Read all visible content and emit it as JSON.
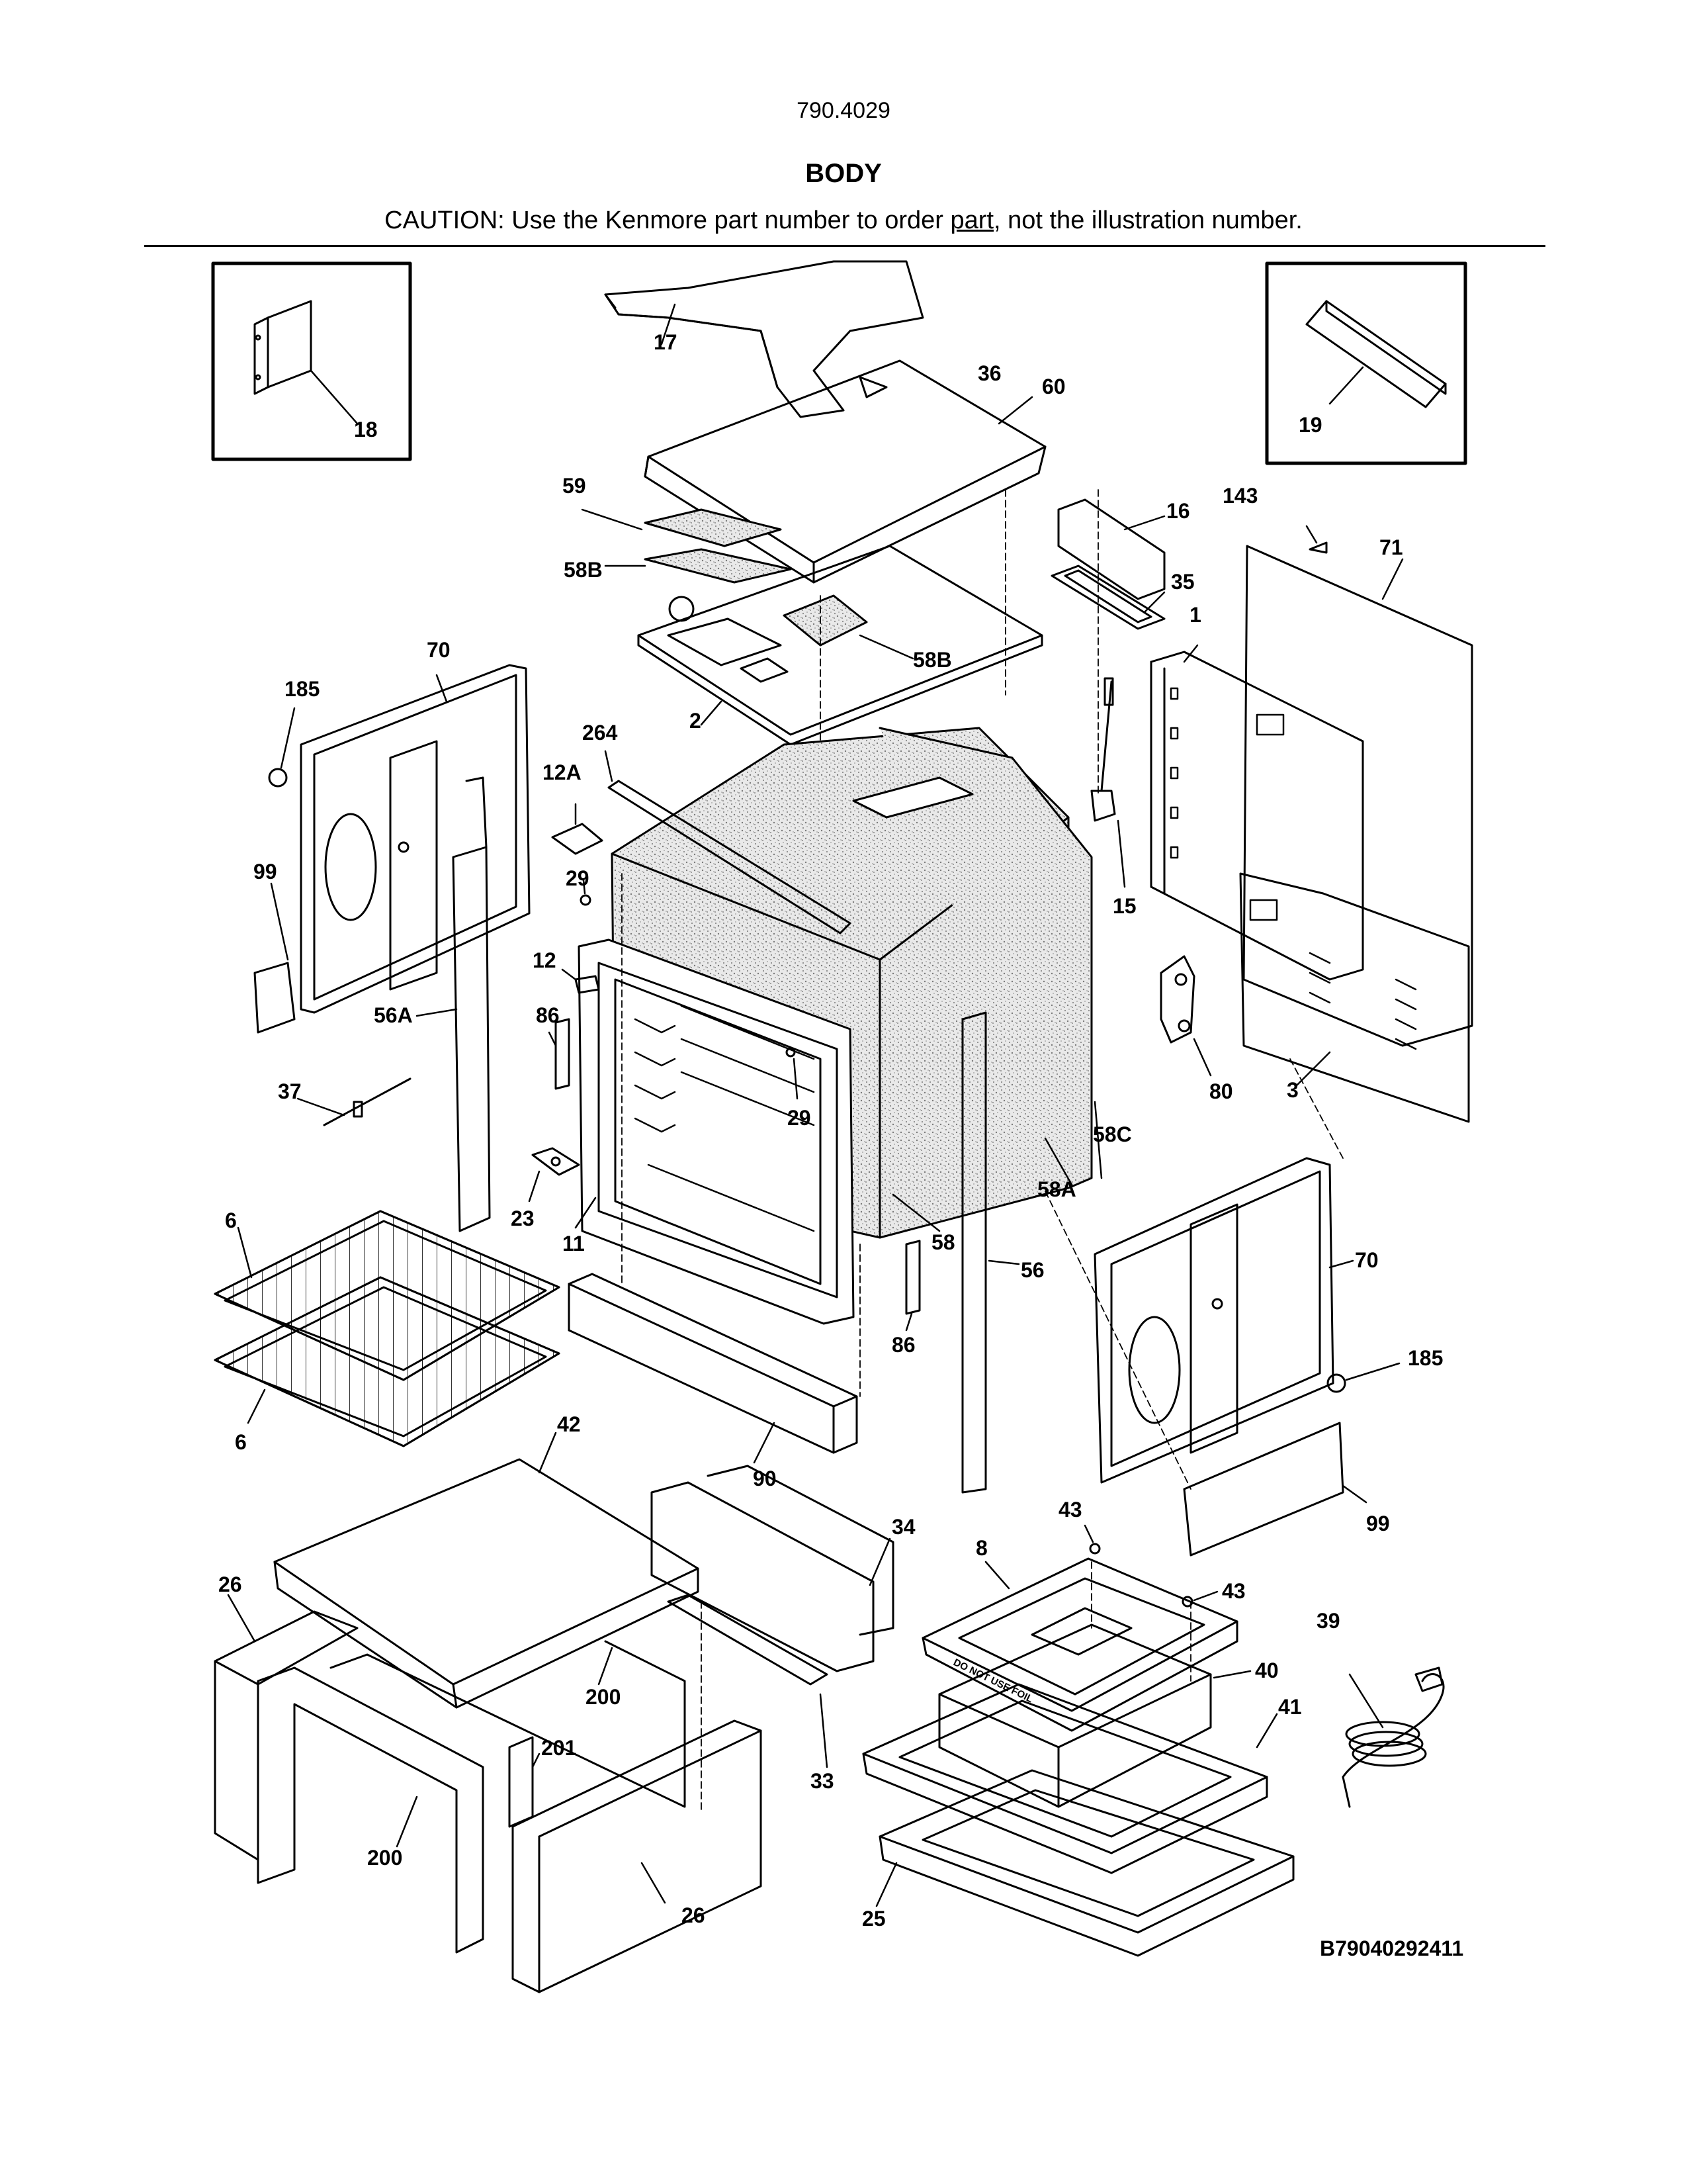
{
  "header": {
    "model_number": "790.4029",
    "section_title": "BODY",
    "caution_prefix": "CAUTION: Use the Kenmore part number to order ",
    "caution_link": "part",
    "caution_suffix": ", not the illustration number."
  },
  "figure_id": "B79040292411",
  "foil_warning": "DO NOT USE FOIL",
  "callouts": {
    "c17": "17",
    "c36": "36",
    "c60": "60",
    "c18": "18",
    "c19": "19",
    "c59": "59",
    "c58B_a": "58B",
    "c58B_b": "58B",
    "c2": "2",
    "c16": "16",
    "c143": "143",
    "c71": "71",
    "c35": "35",
    "c1": "1",
    "c70_a": "70",
    "c185_a": "185",
    "c264": "264",
    "c12A": "12A",
    "c99_a": "99",
    "c29_a": "29",
    "c12": "12",
    "c56A": "56A",
    "c86_a": "86",
    "c15": "15",
    "c80": "80",
    "c3": "3",
    "c37": "37",
    "c29_b": "29",
    "c58C": "58C",
    "c58A": "58A",
    "c23": "23",
    "c11": "11",
    "c58": "58",
    "c6_a": "6",
    "c56": "56",
    "c70_b": "70",
    "c86_b": "86",
    "c185_b": "185",
    "c6_b": "6",
    "c42": "42",
    "c90": "90",
    "c43_a": "43",
    "c99_b": "99",
    "c34": "34",
    "c8": "8",
    "c43_b": "43",
    "c26_a": "26",
    "c39": "39",
    "c40": "40",
    "c200_a": "200",
    "c41": "41",
    "c201": "201",
    "c33": "33",
    "c200_b": "200",
    "c26_b": "26",
    "c25": "25"
  }
}
